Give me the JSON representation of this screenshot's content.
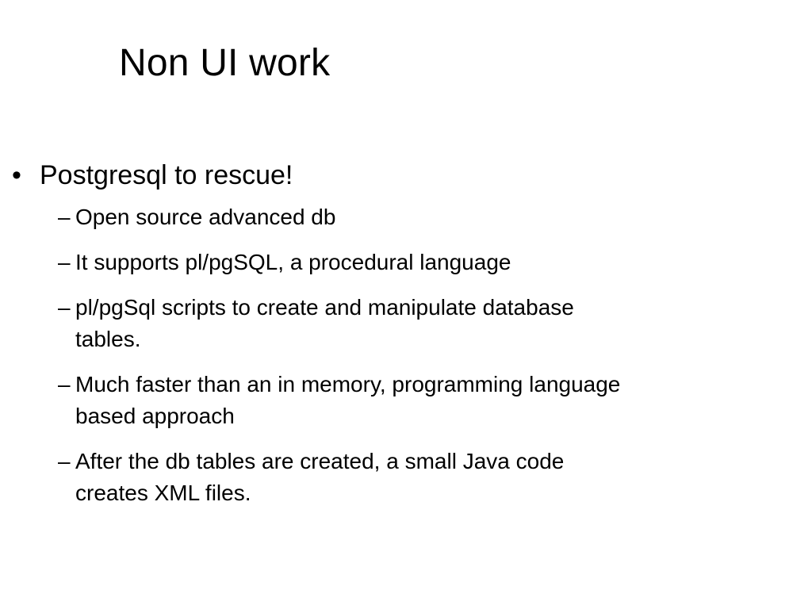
{
  "slide": {
    "title": "Non UI work",
    "bullets": [
      {
        "marker": "•",
        "text": "Postgresql to rescue!",
        "sub_items": [
          {
            "marker": "–",
            "text": "Open source advanced db"
          },
          {
            "marker": "–",
            "text": "It supports pl/pgSQL, a procedural language"
          },
          {
            "marker": "–",
            "text": "pl/pgSql scripts to create and manipulate database tables."
          },
          {
            "marker": "–",
            "text": "Much faster than an in memory, programming language based approach"
          },
          {
            "marker": "–",
            "text": "After the db tables are created, a small Java code creates XML files."
          }
        ]
      }
    ]
  }
}
